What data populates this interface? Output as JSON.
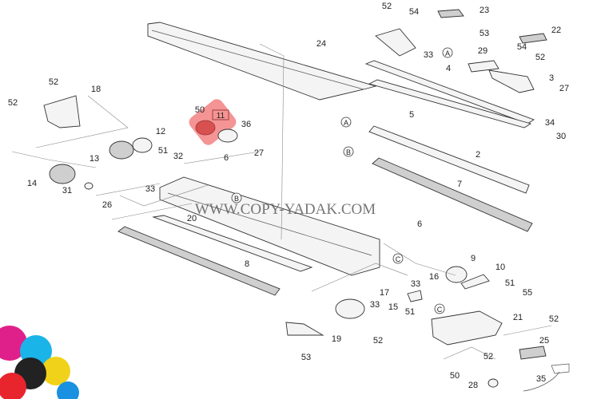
{
  "diagram": {
    "watermark": "WWW.COPY-YADAK.COM",
    "highlight_color": "#f07070",
    "highlighted_part": "11",
    "callouts": [
      "52",
      "54",
      "23",
      "53",
      "22",
      "33",
      "29",
      "4",
      "54",
      "52",
      "3",
      "27",
      "24",
      "5",
      "34",
      "30",
      "2",
      "7",
      "52",
      "18",
      "52",
      "50",
      "36",
      "12",
      "13",
      "51",
      "32",
      "27",
      "6",
      "14",
      "31",
      "33",
      "26",
      "20",
      "6",
      "8",
      "9",
      "16",
      "10",
      "33",
      "17",
      "51",
      "55",
      "33",
      "15",
      "51",
      "21",
      "52",
      "19",
      "52",
      "25",
      "52",
      "53",
      "35",
      "50",
      "28"
    ],
    "reference_marks": [
      "A",
      "A",
      "B",
      "B",
      "C",
      "C"
    ]
  }
}
